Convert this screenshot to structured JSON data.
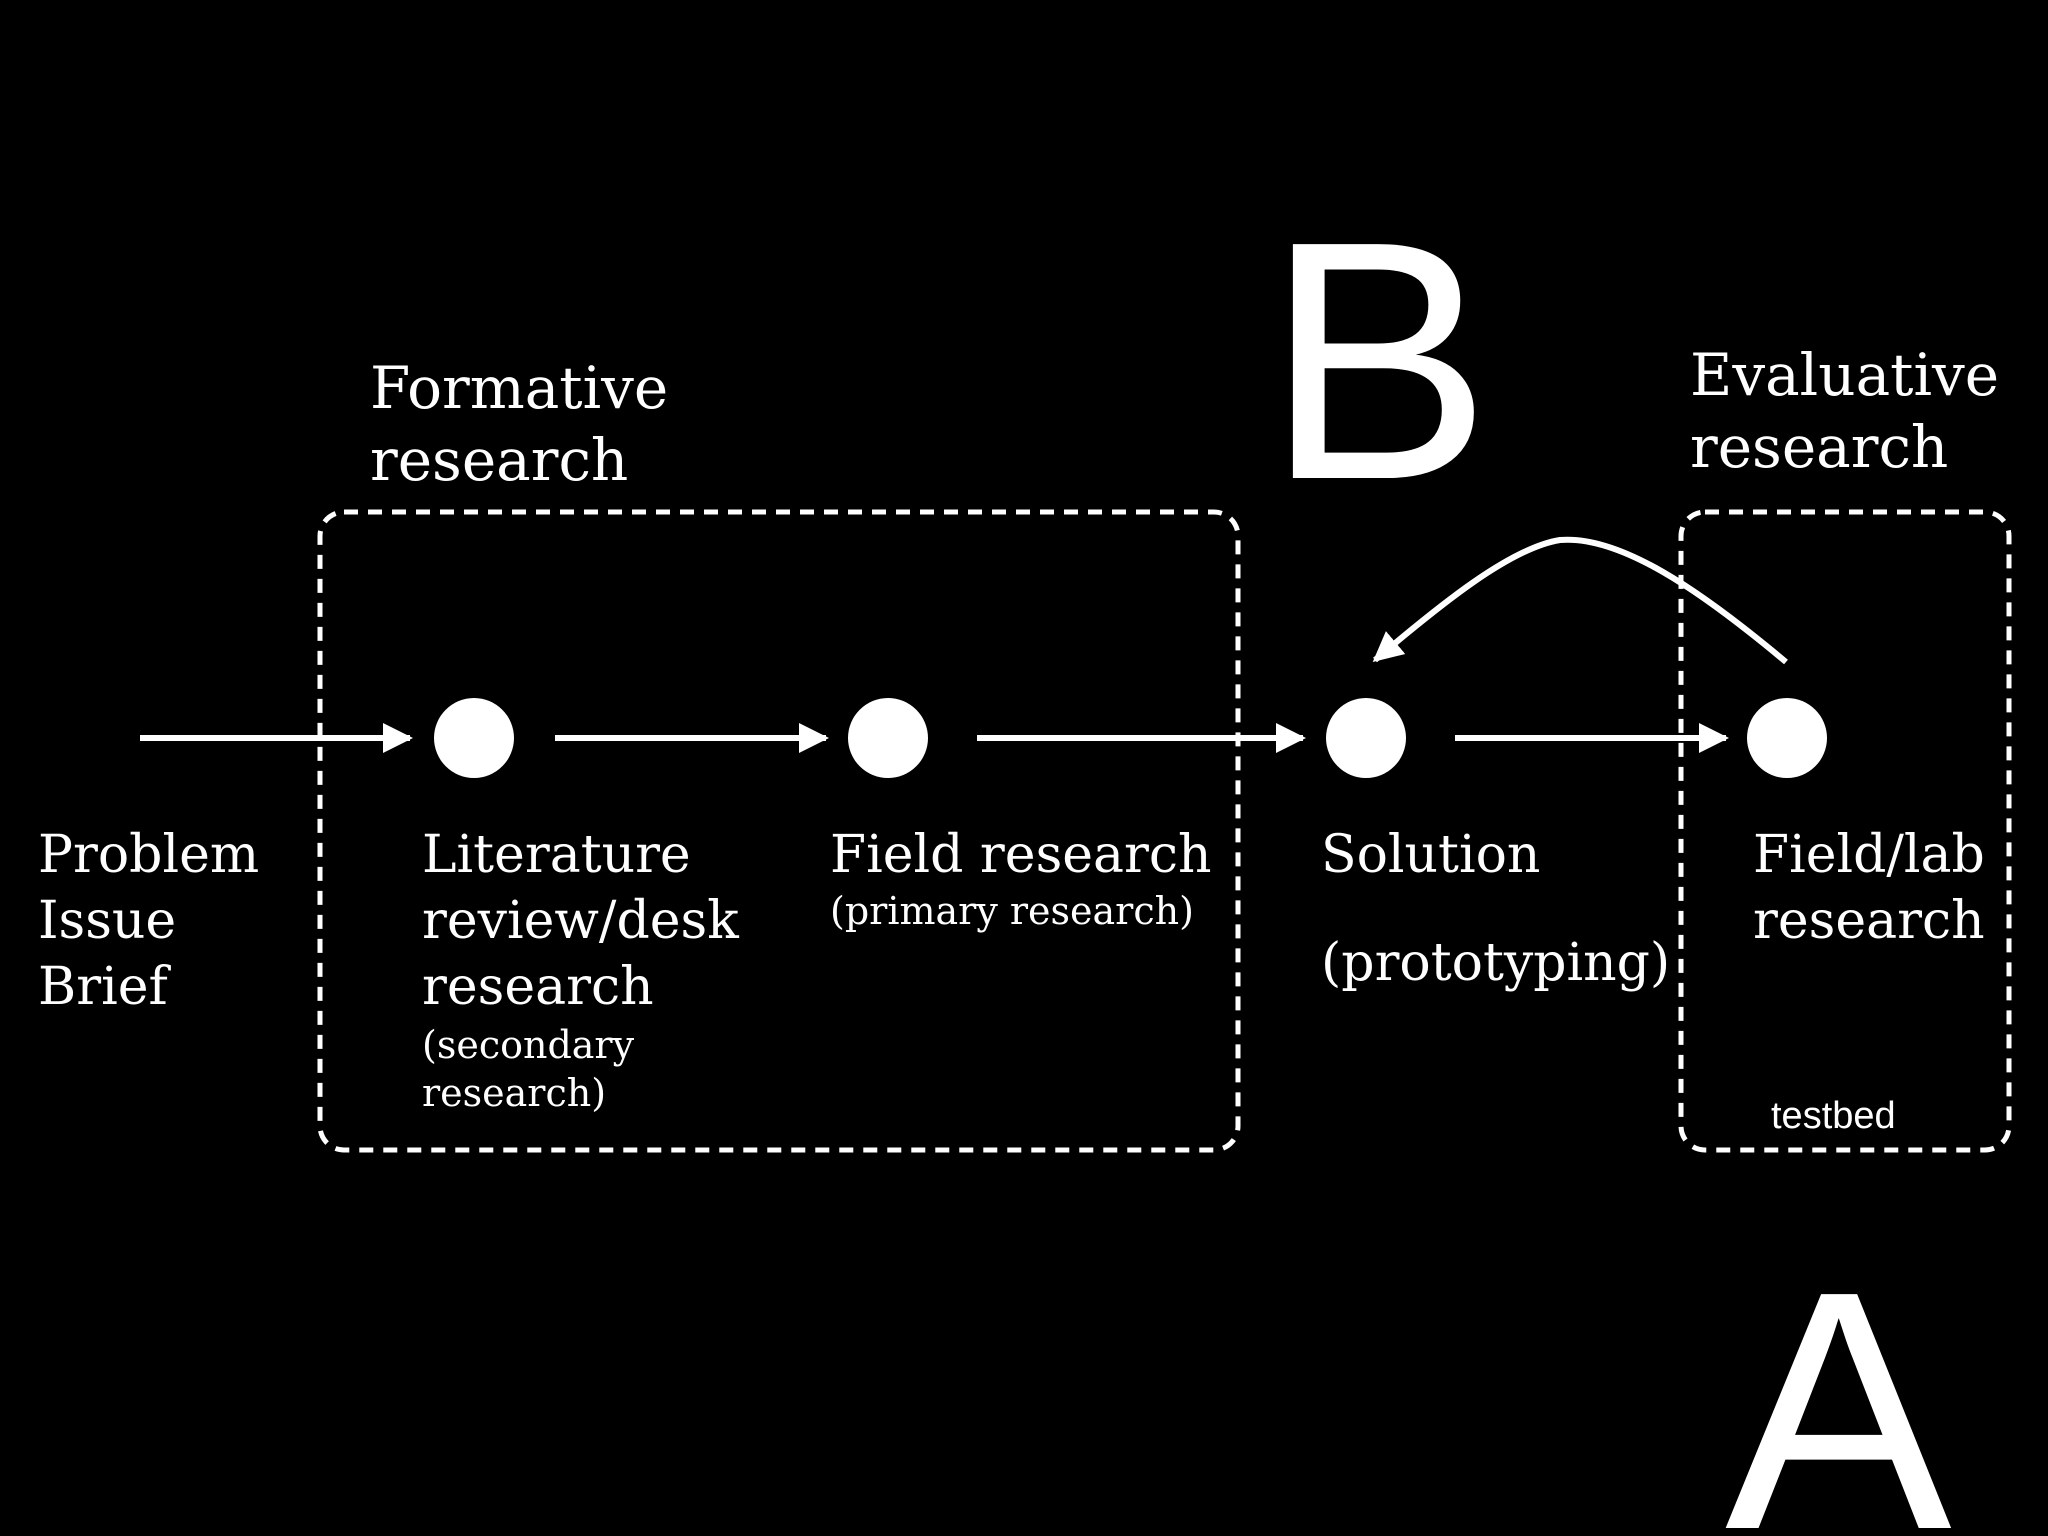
{
  "letters": {
    "a": "A",
    "b": "B"
  },
  "groups": {
    "formative": {
      "title_line1": "Formative",
      "title_line2": "research"
    },
    "evaluative": {
      "title_line1": "Evaluative",
      "title_line2": "research",
      "note": "testbed"
    }
  },
  "nodes": {
    "start": {
      "line1": "Problem",
      "line2": "Issue",
      "line3": "Brief"
    },
    "literature": {
      "line1": "Literature",
      "line2": "review/desk",
      "line3": "research",
      "sub1": "(secondary",
      "sub2": "research)"
    },
    "field": {
      "line1": "Field research",
      "sub1": "(primary research)"
    },
    "solution": {
      "line1": "Solution",
      "line2": "(prototyping)"
    },
    "fieldlab": {
      "line1": "Field/lab",
      "line2": "research"
    }
  },
  "colors": {
    "background": "#000000",
    "foreground": "#ffffff"
  }
}
